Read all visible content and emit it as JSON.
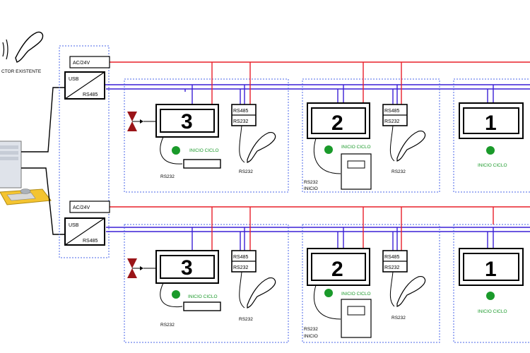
{
  "reader": {
    "caption": "CTOR EXISTENTE"
  },
  "power_labels": [
    "AC/24V",
    "AC/24V"
  ],
  "converter": {
    "top": "USB",
    "bottom": "RS485"
  },
  "rs485": "RS485",
  "rs232": "RS232",
  "rs232_inicio": [
    "RS232",
    "INICIO"
  ],
  "inicio_ciclo": "INICIO CICLO",
  "units": [
    "3",
    "2",
    "1"
  ],
  "colors": {
    "power_line": "#e8202a",
    "bus_line": "#3a1fd6",
    "group_border": "#4a66e8",
    "status_led": "#1a9a2a",
    "valve": "#9a1418"
  }
}
